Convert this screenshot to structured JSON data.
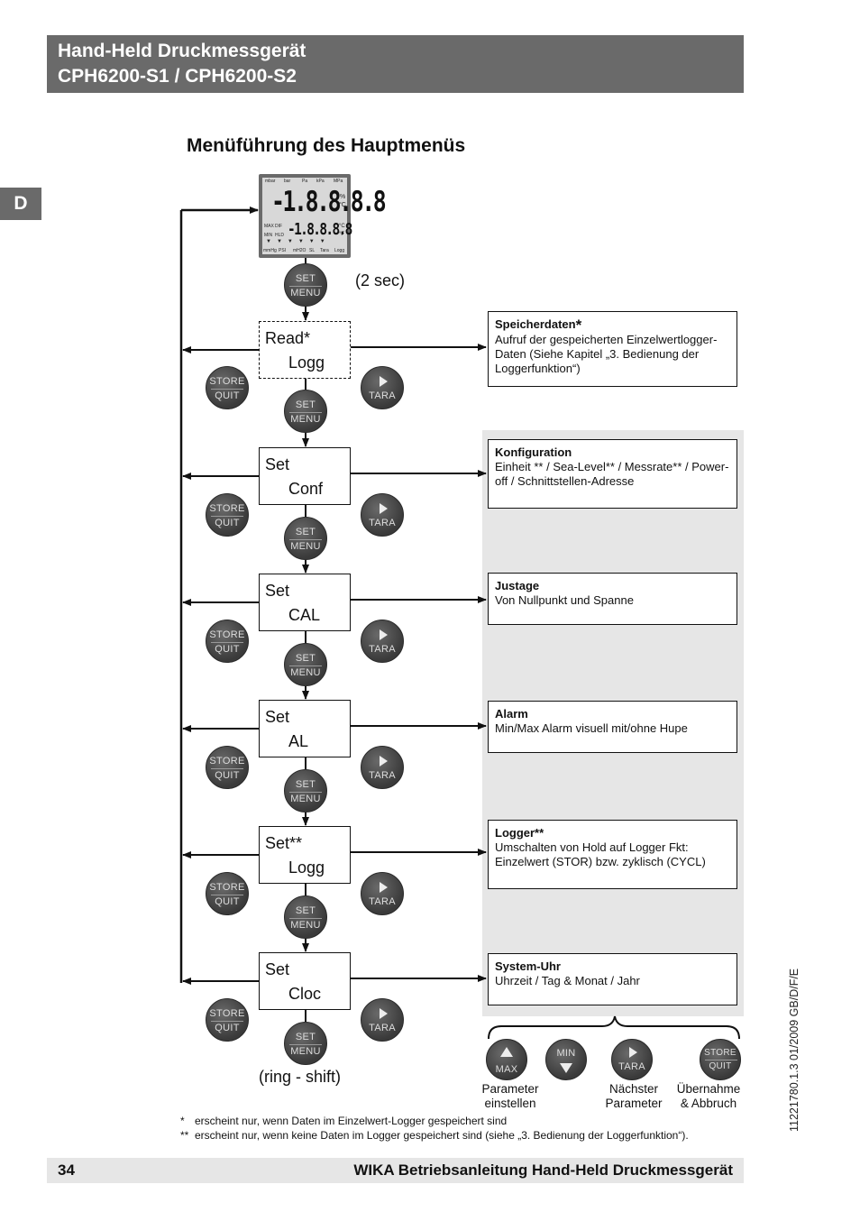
{
  "header": {
    "line1": "Hand-Held Druckmessgerät",
    "line2": "CPH6200-S1 / CPH6200-S2"
  },
  "side_tab": "D",
  "section_title": "Menüführung des Hauptmenüs",
  "lcd": {
    "top_units": [
      "mbar",
      "bar",
      "Pa",
      "kPa",
      "MPa"
    ],
    "big_digits": "-1.8.8.8.8",
    "big_units": [
      "%",
      "°C"
    ],
    "left_labels": [
      "MAX",
      "DIF",
      "MIN",
      "HLD"
    ],
    "mid_digits": "-1.8.8.8.8",
    "mid_units": [
      "°C",
      "°F"
    ],
    "bottom_units": [
      "mmHg",
      "PSI",
      "mH2O",
      "SL",
      "Tara",
      "Logg"
    ]
  },
  "hold_note": "(2 sec)",
  "buttons": {
    "set_top": "SET",
    "set_bottom": "MENU",
    "store_top": "STORE",
    "store_bottom": "QUIT",
    "tara": "TARA",
    "max": "MAX",
    "min": "MIN"
  },
  "menu_items": [
    {
      "line1": "Read*",
      "line2": "Logg"
    },
    {
      "line1": "Set",
      "line2": "Conf"
    },
    {
      "line1": "Set",
      "line2": "CAL"
    },
    {
      "line1": "Set",
      "line2": "AL"
    },
    {
      "line1": "Set**",
      "line2": "Logg"
    },
    {
      "line1": "Set",
      "line2": "Cloc"
    }
  ],
  "info_boxes": [
    {
      "title": "Speicherdaten",
      "title_mark": "*",
      "text": "Aufruf der gespeicherten Einzelwertlogger-Daten (Siehe Kapitel „3. Bedienung der Loggerfunktion“)"
    },
    {
      "title": "Konfiguration",
      "text": "Einheit ** / Sea-Level** / Messrate** / Power-off / Schnittstellen-Adresse"
    },
    {
      "title": "Justage",
      "text": "Von Nullpunkt und Spanne"
    },
    {
      "title": "Alarm",
      "text": "Min/Max Alarm visuell mit/ohne Hupe"
    },
    {
      "title": "Logger**",
      "text": "Umschalten von Hold auf Logger Fkt: Einzelwert (STOR) bzw. zyklisch (CYCL)"
    },
    {
      "title": "System-Uhr",
      "text": "Uhrzeit / Tag & Monat / Jahr"
    }
  ],
  "ring_shift": "(ring - shift)",
  "legend": [
    {
      "line1": "Parameter",
      "line2": "einstellen"
    },
    {
      "line1": "Nächster",
      "line2": "Parameter"
    },
    {
      "line1": "Übernahme",
      "line2": "& Abbruch"
    }
  ],
  "footnotes": [
    {
      "mark": "*",
      "text": "erscheint nur, wenn Daten im Einzelwert-Logger gespeichert sind"
    },
    {
      "mark": "**",
      "text": "erscheint nur, wenn keine Daten im Logger gespeichert sind (siehe „3. Bedienung der Loggerfunktion“)."
    }
  ],
  "footer": {
    "page": "34",
    "title": "WIKA Betriebsanleitung Hand-Held Druckmessgerät"
  },
  "doc_number": "11221780.1.3  01/2009  GB/D/F/E"
}
